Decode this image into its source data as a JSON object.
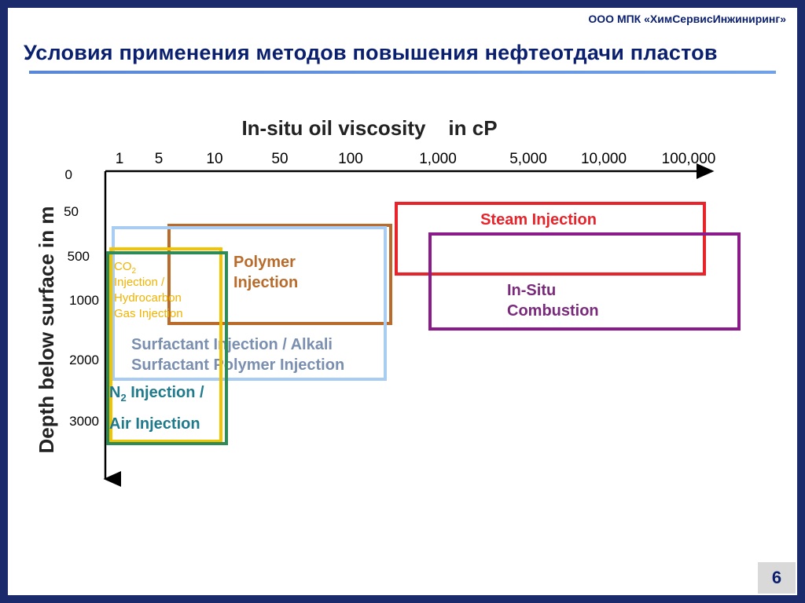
{
  "header": {
    "company": "ООО МПК «ХимСервисИнжиниринг»",
    "title": "Условия применения методов повышения нефтеотдачи пластов"
  },
  "diagram": {
    "x_axis_title": "In-situ oil viscosity    in cP",
    "y_axis_title": "Depth below surface  in m",
    "x_ticks": [
      "1",
      "5",
      "10",
      "50",
      "100",
      "1,000",
      "5,000",
      "10,000",
      "100,000"
    ],
    "y_ticks": [
      "0",
      "50",
      "500",
      "1000",
      "2000",
      "3000"
    ],
    "methods": {
      "steam": {
        "label": "Steam Injection",
        "color": "#e8232a"
      },
      "combustion": {
        "line1": "In-Situ",
        "line2": "Combustion",
        "color": "#8b1a8b"
      },
      "polymer": {
        "line1": "Polymer",
        "line2": "Injection",
        "color": "#b86b2a"
      },
      "surfactant": {
        "line1": "Surfactant Injection / Alkali",
        "line2": "Surfactant Polymer Injection",
        "color": "#a9cdf2",
        "text_color": "#7a8fb0"
      },
      "co2": {
        "line1_main": "CO",
        "line1_sub": "2",
        "line2": "Injection /",
        "line3": "Hydrocarbon",
        "line4": "Gas Injection",
        "color": "#f2c400"
      },
      "n2": {
        "line1_main": "N",
        "line1_sub": "2",
        "line1_rest": " Injection /",
        "line2": "Air Injection",
        "color": "#2e8b57",
        "text_color": "#1f7a8c"
      }
    }
  },
  "footer": {
    "page": "6"
  }
}
